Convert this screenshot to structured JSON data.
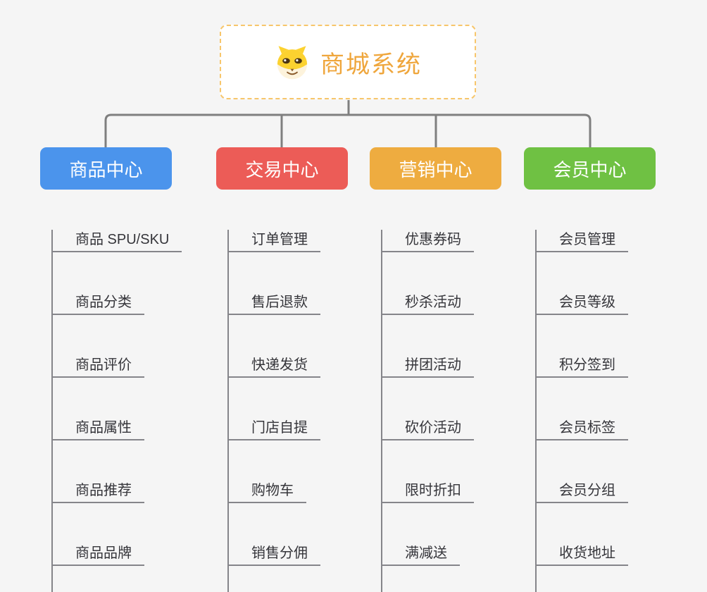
{
  "root": {
    "title": "商城系统",
    "icon": "doge-mascot"
  },
  "colors": {
    "background": "#f5f5f5",
    "connector_line": "#7f7f7f",
    "leaf_line": "#85858a",
    "leaf_text": "#35353a",
    "root_border": "#f7c66b",
    "root_title": "#efa63c",
    "branch_blue": "#4b94ec",
    "branch_red": "#ec5c57",
    "branch_orange": "#eeac40",
    "branch_green": "#6fc143"
  },
  "branches": [
    {
      "label": "商品中心",
      "color": "#4b94ec",
      "items": [
        "商品 SPU/SKU",
        "商品分类",
        "商品评价",
        "商品属性",
        "商品推荐",
        "商品品牌"
      ]
    },
    {
      "label": "交易中心",
      "color": "#ec5c57",
      "items": [
        "订单管理",
        "售后退款",
        "快递发货",
        "门店自提",
        "购物车",
        "销售分佣"
      ]
    },
    {
      "label": "营销中心",
      "color": "#eeac40",
      "items": [
        "优惠券码",
        "秒杀活动",
        "拼团活动",
        "砍价活动",
        "限时折扣",
        "满减送"
      ]
    },
    {
      "label": "会员中心",
      "color": "#6fc143",
      "items": [
        "会员管理",
        "会员等级",
        "积分签到",
        "会员标签",
        "会员分组",
        "收货地址"
      ]
    }
  ]
}
